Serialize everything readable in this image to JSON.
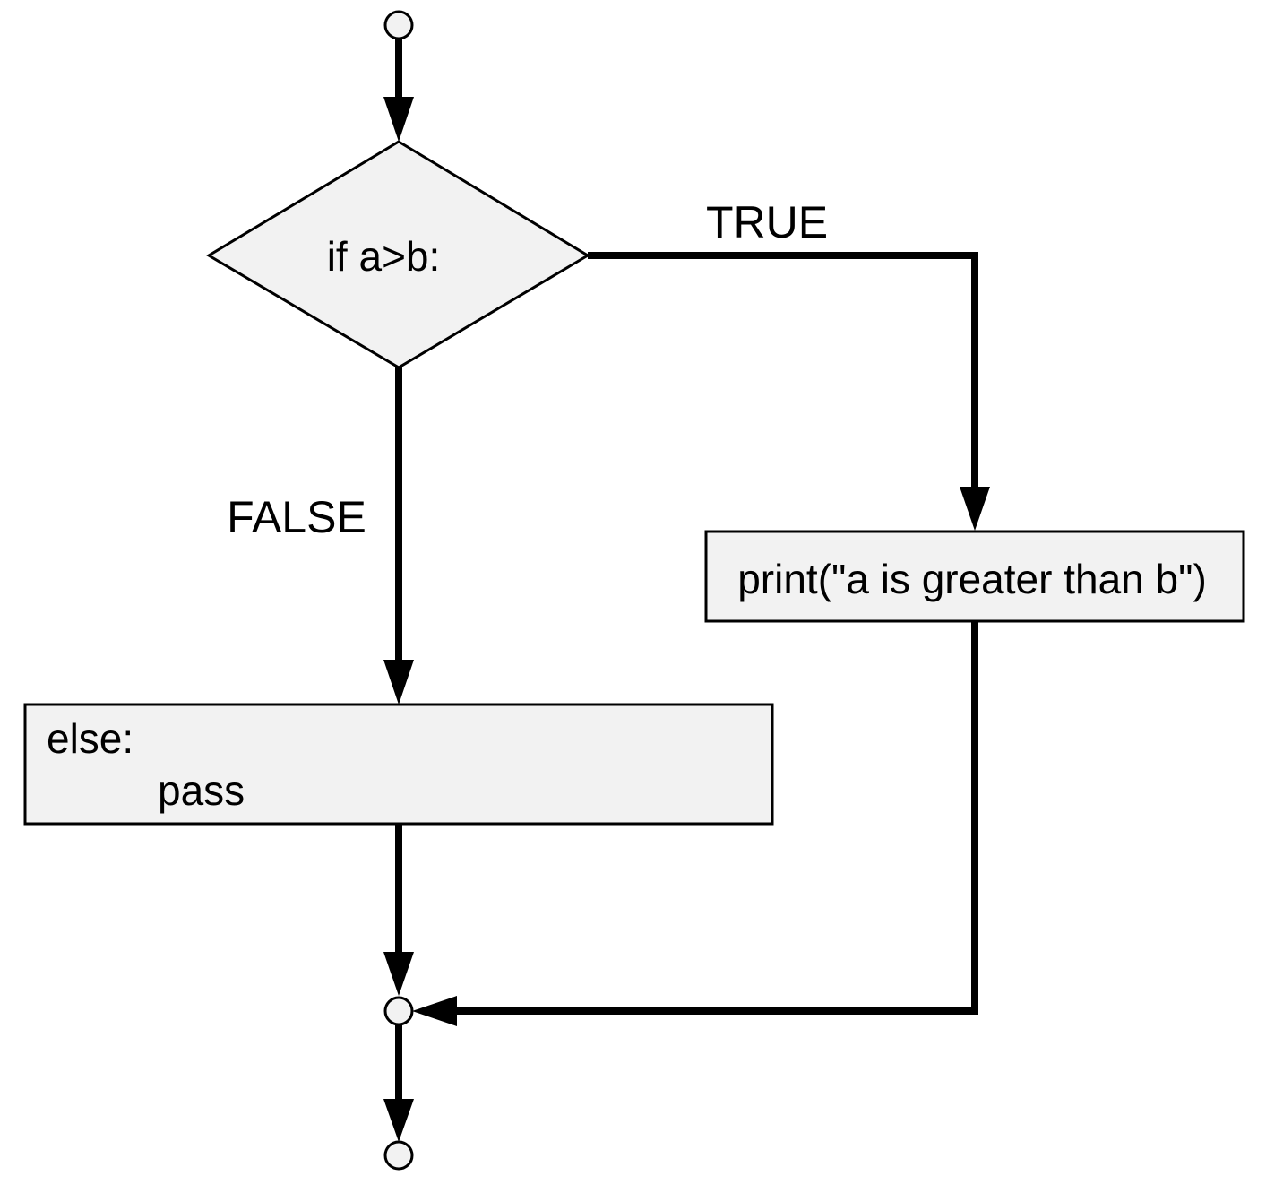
{
  "diagram": {
    "condition": "if a>b:",
    "true_label": "TRUE",
    "false_label": "FALSE",
    "true_action": "print(\"a is greater than b\")",
    "else_line1": "else:",
    "else_line2": "pass"
  },
  "colors": {
    "shape_fill": "#f2f2f2",
    "stroke": "#000000",
    "background": "#ffffff"
  }
}
